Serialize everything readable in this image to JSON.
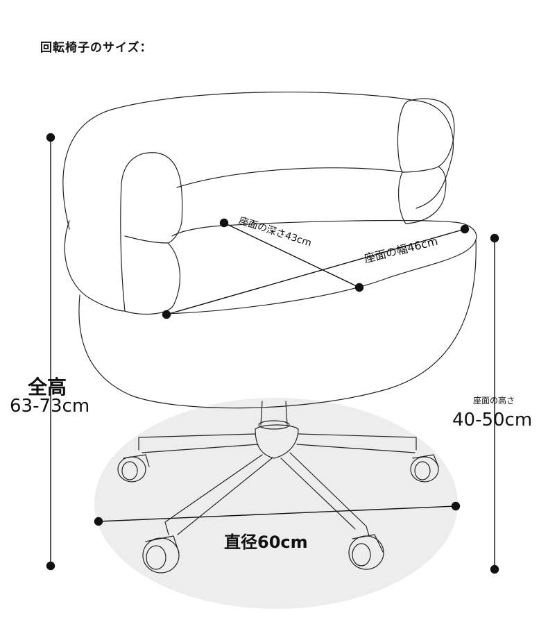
{
  "title": "回転椅子のサイズ：",
  "dimensions": {
    "total_height_label": "全高",
    "total_height_value": "63-73cm",
    "seat_height_label": "座面の高さ",
    "seat_height_value": "40-50cm",
    "seat_width_label": "座面の幅46cm",
    "seat_depth_label": "座面の深さ43cm",
    "base_diameter_label": "直径60cm"
  },
  "colors": {
    "line": "#222222",
    "shadow": "#ededed"
  }
}
